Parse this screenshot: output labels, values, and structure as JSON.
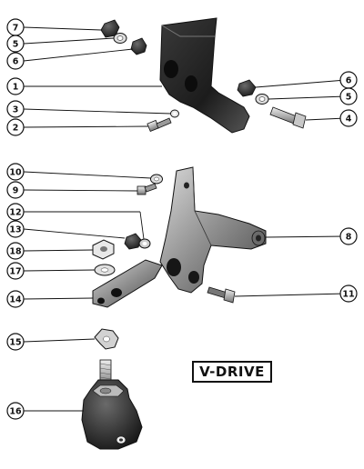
{
  "diagram": {
    "label": "V-DRIVE",
    "callouts": [
      {
        "num": "7"
      },
      {
        "num": "5"
      },
      {
        "num": "6"
      },
      {
        "num": "1"
      },
      {
        "num": "3"
      },
      {
        "num": "2"
      },
      {
        "num": "6"
      },
      {
        "num": "5"
      },
      {
        "num": "4"
      },
      {
        "num": "10"
      },
      {
        "num": "9"
      },
      {
        "num": "12"
      },
      {
        "num": "13"
      },
      {
        "num": "18"
      },
      {
        "num": "17"
      },
      {
        "num": "14"
      },
      {
        "num": "15"
      },
      {
        "num": "16"
      },
      {
        "num": "8"
      },
      {
        "num": "11"
      }
    ]
  }
}
